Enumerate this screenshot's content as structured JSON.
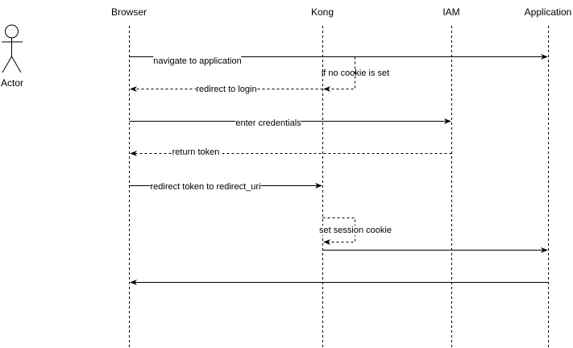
{
  "actor": {
    "label": "Actor"
  },
  "participants": [
    {
      "name": "Browser"
    },
    {
      "name": "Kong"
    },
    {
      "name": "IAM"
    },
    {
      "name": "Application"
    }
  ],
  "messages": [
    {
      "from": "Browser",
      "to": "Application",
      "style": "solid",
      "label": "navigate to application"
    },
    {
      "from": "Kong",
      "to": "Kong",
      "style": "dashed",
      "label": "if no cookie is set"
    },
    {
      "from": "Kong",
      "to": "Browser",
      "style": "dashed",
      "label": "redirect to login"
    },
    {
      "from": "Browser",
      "to": "IAM",
      "style": "solid",
      "label": "enter credentials"
    },
    {
      "from": "IAM",
      "to": "Browser",
      "style": "dashed",
      "label": "return token"
    },
    {
      "from": "Browser",
      "to": "Kong",
      "style": "solid",
      "label": "redirect token to redirect_uri"
    },
    {
      "from": "Kong",
      "to": "Kong",
      "style": "dashed",
      "label": "set session cookie"
    },
    {
      "from": "Kong",
      "to": "Application",
      "style": "solid",
      "label": ""
    },
    {
      "from": "Application",
      "to": "Browser",
      "style": "solid",
      "label": ""
    }
  ]
}
